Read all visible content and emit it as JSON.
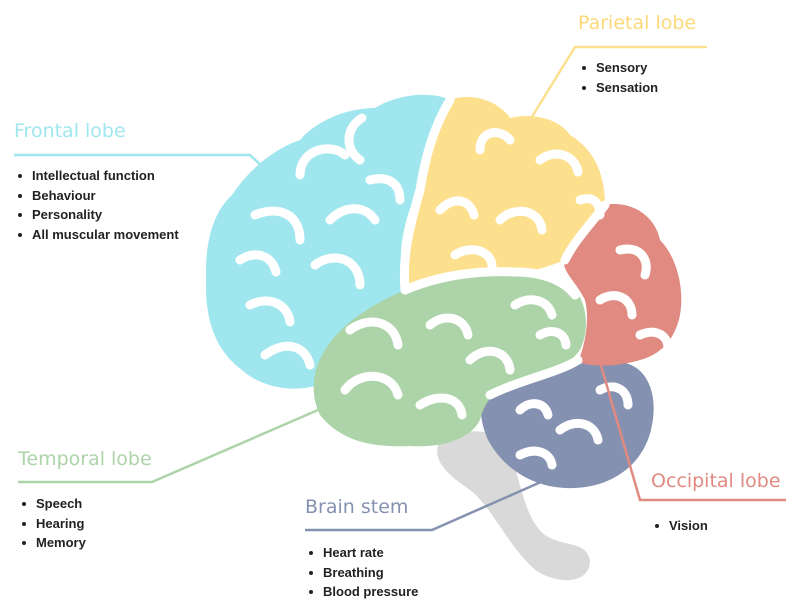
{
  "colors": {
    "frontal": "#a0e6ee",
    "parietal": "#fde08e",
    "temporal": "#add4a9",
    "occipital": "#e08a82",
    "brain_stem": "#8591b0",
    "cerebellum_stem": "#d9d9d9",
    "sulcus": "#ffffff",
    "text": "#222222"
  },
  "lobes": {
    "frontal": {
      "title": "Frontal lobe",
      "items": [
        "Intellectual function",
        "Behaviour",
        "Personality",
        "All muscular movement"
      ]
    },
    "parietal": {
      "title": "Parietal lobe",
      "items": [
        "Sensory",
        "Sensation"
      ]
    },
    "temporal": {
      "title": "Temporal lobe",
      "items": [
        "Speech",
        "Hearing",
        "Memory"
      ]
    },
    "occipital": {
      "title": "Occipital lobe",
      "items": [
        "Vision"
      ]
    },
    "brain_stem": {
      "title": "Brain stem",
      "items": [
        "Heart rate",
        "Breathing",
        "Blood pressure"
      ]
    }
  }
}
